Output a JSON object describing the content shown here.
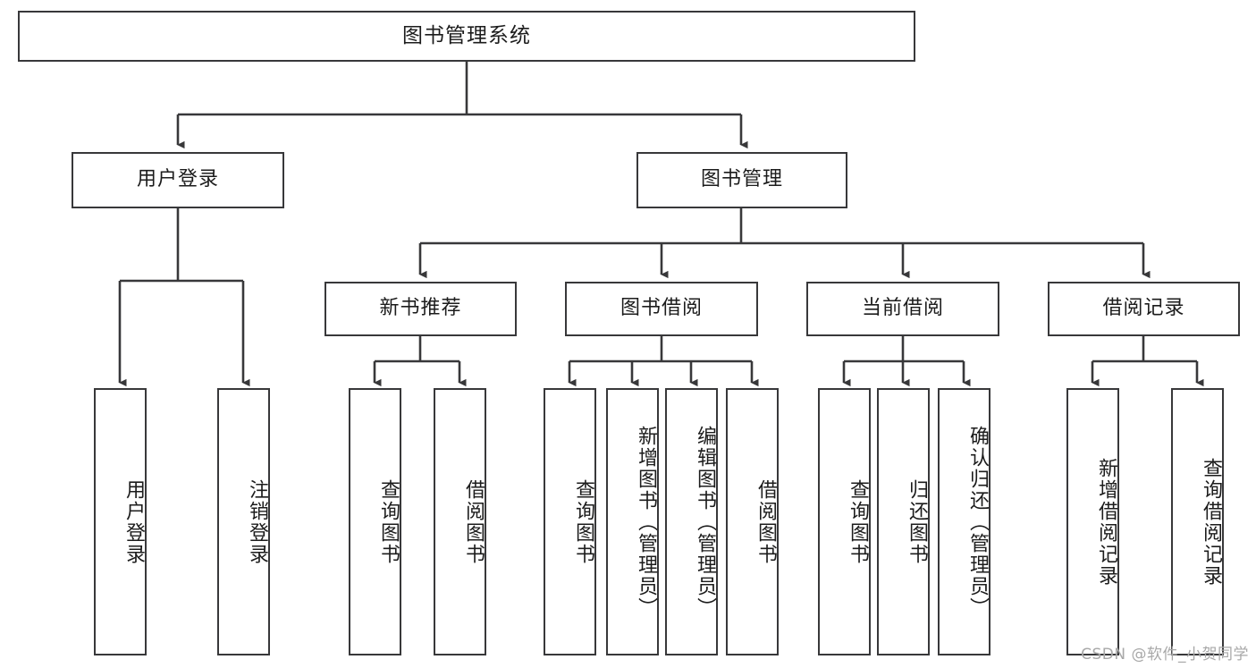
{
  "diagram": {
    "title": "图书管理系统",
    "type": "tree-hierarchy-diagram",
    "watermark": "CSDN @软件_小贺同学",
    "colors": {
      "background": "#ffffff",
      "box_border": "#38383a",
      "box_fill": "#ffffff",
      "text": "#1c1c1c",
      "connector": "#38383a",
      "watermark": "#a8a8a8"
    },
    "root": {
      "label": "图书管理系统"
    },
    "level2": [
      {
        "label": "用户登录"
      },
      {
        "label": "图书管理"
      }
    ],
    "level3": [
      {
        "label": "新书推荐"
      },
      {
        "label": "图书借阅"
      },
      {
        "label": "当前借阅"
      },
      {
        "label": "借阅记录"
      }
    ],
    "leaves": {
      "user_login": [
        {
          "label": "用户登录"
        },
        {
          "label": "注销登录"
        }
      ],
      "new_book_recommend": [
        {
          "label": "查询图书"
        },
        {
          "label": "借阅图书"
        }
      ],
      "book_borrow": [
        {
          "label": "查询图书"
        },
        {
          "label": "新增图书（管理员）"
        },
        {
          "label": "编辑图书（管理员）"
        },
        {
          "label": "借阅图书"
        }
      ],
      "current_borrow": [
        {
          "label": "查询图书"
        },
        {
          "label": "归还图书"
        },
        {
          "label": "确认归还（管理员）"
        }
      ],
      "borrow_record": [
        {
          "label": "新增借阅记录"
        },
        {
          "label": "查询借阅记录"
        }
      ]
    }
  }
}
